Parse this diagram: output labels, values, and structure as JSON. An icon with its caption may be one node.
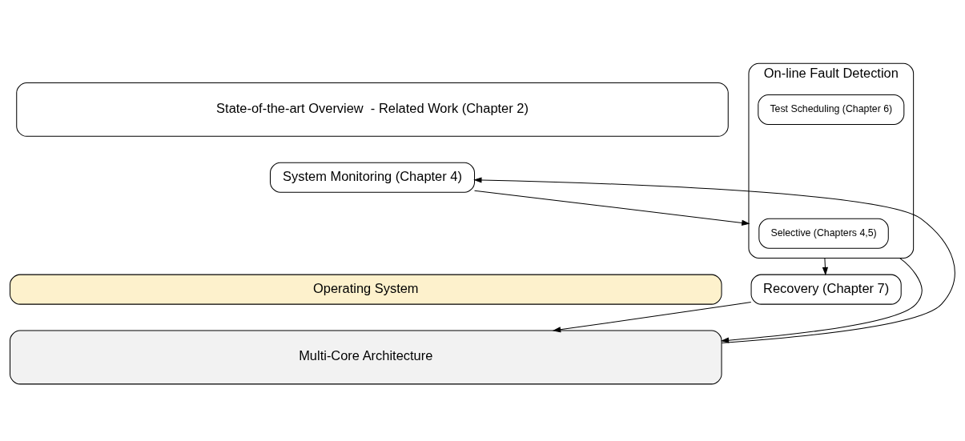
{
  "diagram": {
    "nodes": [
      {
        "text": [
          "State-of-the-art Overview  - Related Work (Chapter 2)"
        ]
      },
      {
        "text": [
          "System Monitoring (Chapter 4)"
        ]
      },
      {
        "text": [
          "On-line Fault Detection"
        ]
      },
      {
        "text": [
          "Selective (Chapters 4,5)"
        ],
        "in": 2
      },
      {
        "text": [
          "Test Scheduling (Chapter 6)"
        ],
        "in": 2
      },
      {
        "text": [
          "Recovery (Chapter 7)"
        ]
      },
      {
        "text": [
          "Operating System"
        ]
      },
      {
        "text": [
          "Multi-Core Architecture"
        ]
      }
    ],
    "edges": [
      {
        "from": 1,
        "to": 2,
        "arrow": "to"
      },
      {
        "from": 2,
        "to": 5,
        "arrow": "to"
      },
      {
        "from": 7,
        "to": 1,
        "arrow": "to"
      },
      {
        "from": 2,
        "to": 7,
        "arrow": "to"
      },
      {
        "from": 5,
        "to": 7,
        "arrow": "to"
      }
    ]
  }
}
